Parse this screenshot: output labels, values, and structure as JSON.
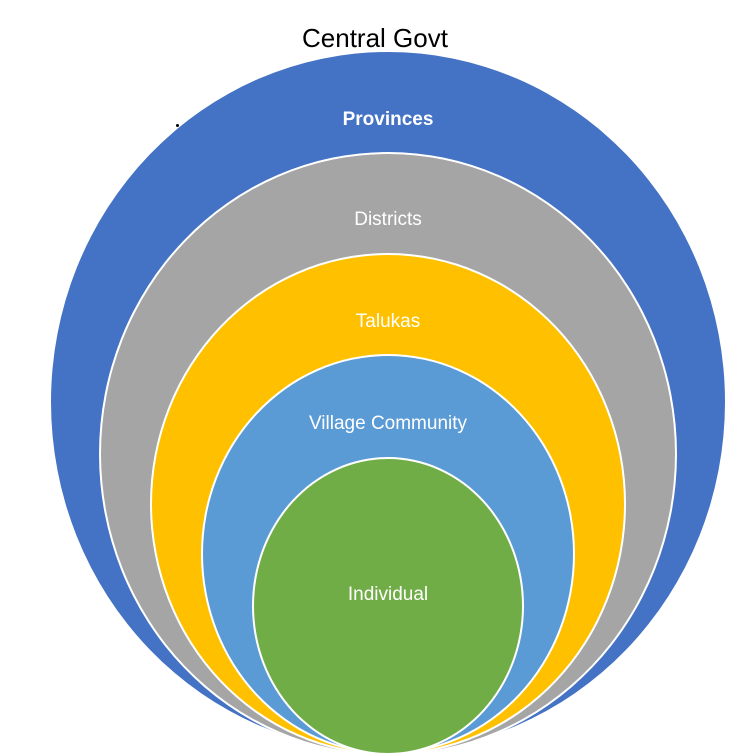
{
  "title": "Central Govt",
  "rings": [
    {
      "label": "Provinces",
      "color": "#4472C4"
    },
    {
      "label": "Districts",
      "color": "#A5A5A5"
    },
    {
      "label": "Talukas",
      "color": "#FFC000"
    },
    {
      "label": "Village Community",
      "color": "#5B9BD5"
    },
    {
      "label": "Individual",
      "color": "#70AD47"
    }
  ]
}
